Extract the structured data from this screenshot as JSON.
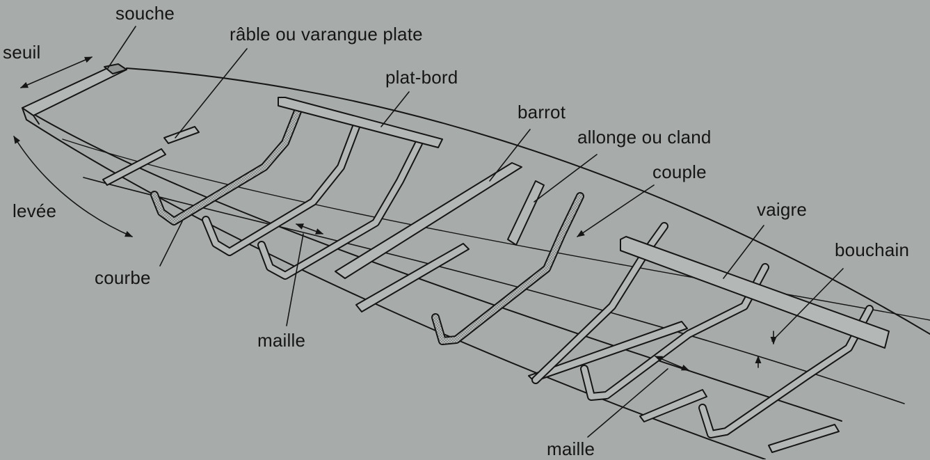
{
  "diagram": {
    "labels": {
      "souche": "souche",
      "seuil": "seuil",
      "rable": "râble ou varangue plate",
      "plat_bord": "plat-bord",
      "barrot": "barrot",
      "allonge": "allonge ou cland",
      "couple": "couple",
      "vaigre": "vaigre",
      "bouchain": "bouchain",
      "levee": "levée",
      "courbe": "courbe",
      "maille_1": "maille",
      "maille_2": "maille"
    },
    "colors": {
      "background": "#a7abaa",
      "ink": "#151515",
      "timber": "#b3b7b6",
      "stipple": "#8f9392"
    }
  }
}
